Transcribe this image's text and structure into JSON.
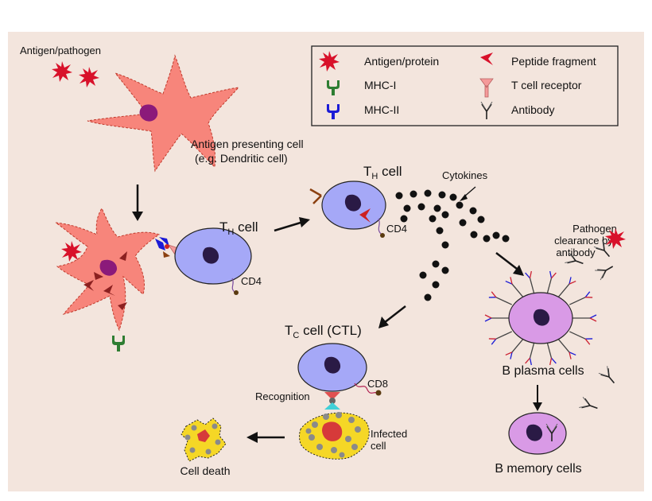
{
  "labels": {
    "antigen_pathogen": "Antigen/pathogen",
    "apc_line1": "Antigen presenting cell",
    "apc_line2": "(e.g. Dendritic cell)",
    "th": "T",
    "th_sub": "H",
    "cell_word": " cell",
    "tc": "T",
    "tc_sub": "C",
    "tc_rest": " cell (CTL)",
    "cd4": "CD4",
    "cd8": "CD8",
    "cytokines": "Cytokines",
    "recognition": "Recognition",
    "infected_line1": "Infected",
    "infected_line2": "cell",
    "cell_death": "Cell death",
    "clearance_line1": "Pathogen",
    "clearance_line2": "clearance by",
    "clearance_line3": "antibody",
    "plasma": "B plasma cells",
    "memory": "B memory cells"
  },
  "legend": {
    "antigen_protein": "Antigen/protein",
    "peptide_fragment": "Peptide fragment",
    "mhc1": "MHC-I",
    "tcr": "T cell receptor",
    "mhc2": "MHC-II",
    "antibody": "Antibody"
  },
  "colors": {
    "panel": "#f3e5dd",
    "apc": "#f7857b",
    "tcell": "#a5a8f7",
    "bcell": "#d99ae6",
    "infected": "#f5d726",
    "nucleus_apc": "#8b1a7a",
    "nucleus": "#2a1a45",
    "antigen": "#d8112a",
    "mhc1": "#2e7d32",
    "mhc2": "#1b1bd6",
    "tcr": "#f59a9a"
  }
}
